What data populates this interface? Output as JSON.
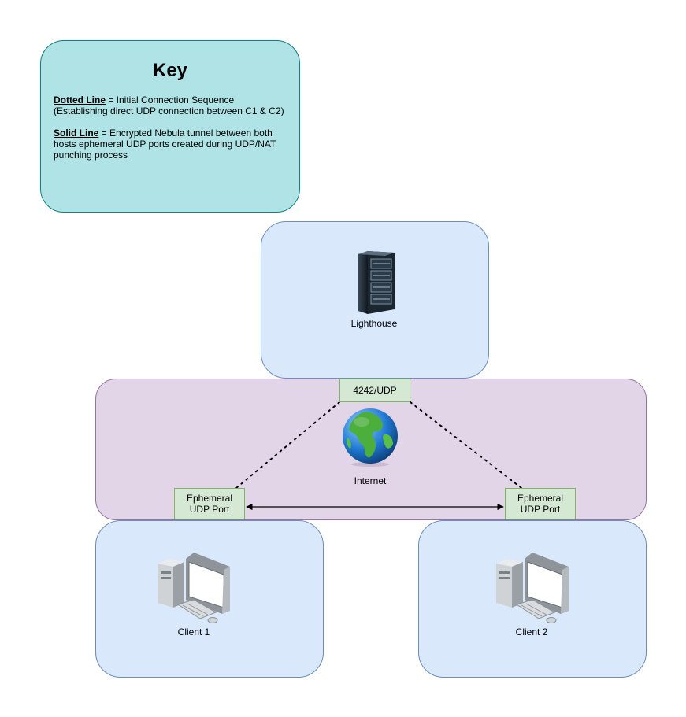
{
  "key": {
    "title": "Key",
    "dotted_term": "Dotted Line",
    "dotted_desc": " = Initial Connection Sequence (Establishing direct UDP connection between C1 & C2)",
    "solid_term": "Solid Line",
    "solid_desc": " = Encrypted Nebula tunnel between both hosts ephemeral UDP ports created during UDP/NAT punching process"
  },
  "nodes": {
    "lighthouse": "Lighthouse",
    "internet": "Internet",
    "client1": "Client 1",
    "client2": "Client 2"
  },
  "ports": {
    "lighthouse_port": "4242/UDP",
    "client1_port_line1": "Ephemeral",
    "client1_port_line2": "UDP Port",
    "client2_port_line1": "Ephemeral",
    "client2_port_line2": "UDP Port"
  },
  "colors": {
    "key_fill": "#b0e3e6",
    "host_fill": "#dae8fc",
    "internet_fill": "#e1d5e7",
    "port_fill": "#d5e8d4"
  },
  "icons": {
    "lighthouse": "server-rack-icon",
    "internet": "globe-icon",
    "client1": "desktop-computer-icon",
    "client2": "desktop-computer-icon"
  }
}
